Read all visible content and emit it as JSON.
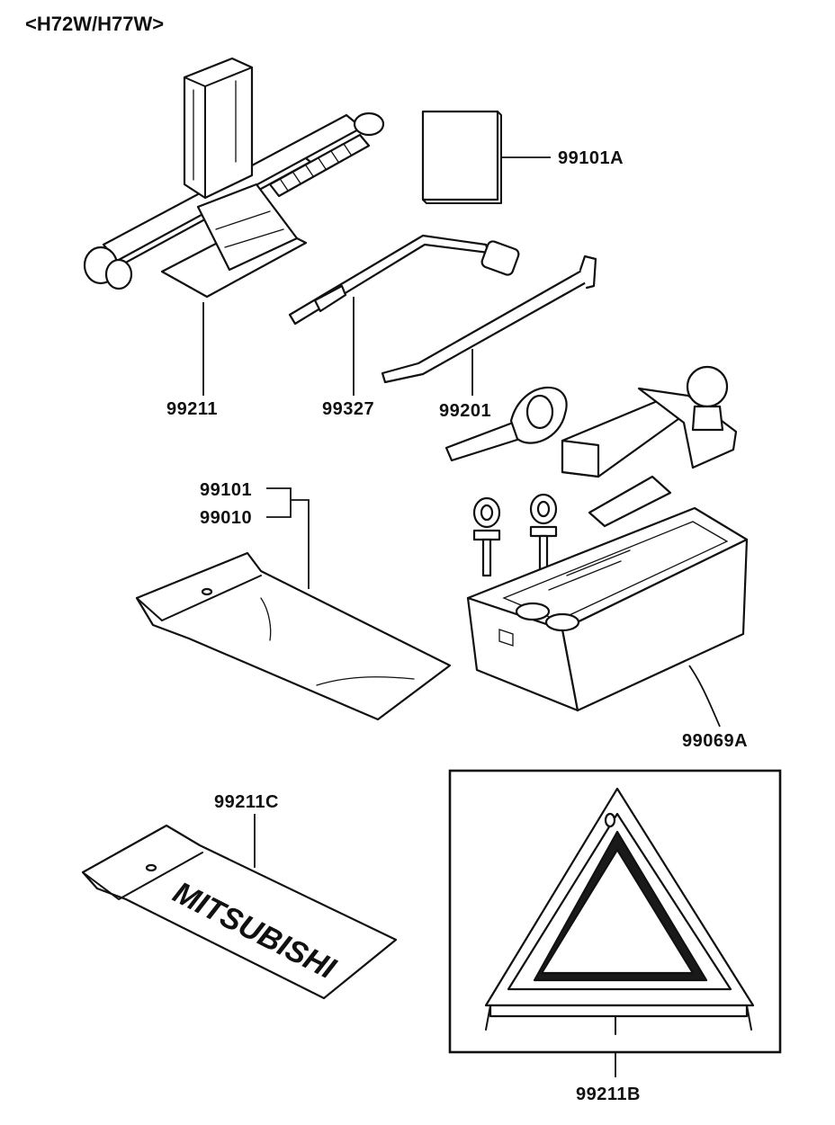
{
  "header": {
    "model_code": "<H72W/H77W>"
  },
  "parts": {
    "jack": "99211",
    "handbook": "99101A",
    "jack_handle": "99327",
    "wrench": "99201",
    "bag_part_a": "99101",
    "bag_part_b": "99010",
    "tool_box": "99069A",
    "tool_bag": "99211C",
    "warning_triangle": "99211B"
  },
  "tool_bag_logo": "MITSUBISHI"
}
